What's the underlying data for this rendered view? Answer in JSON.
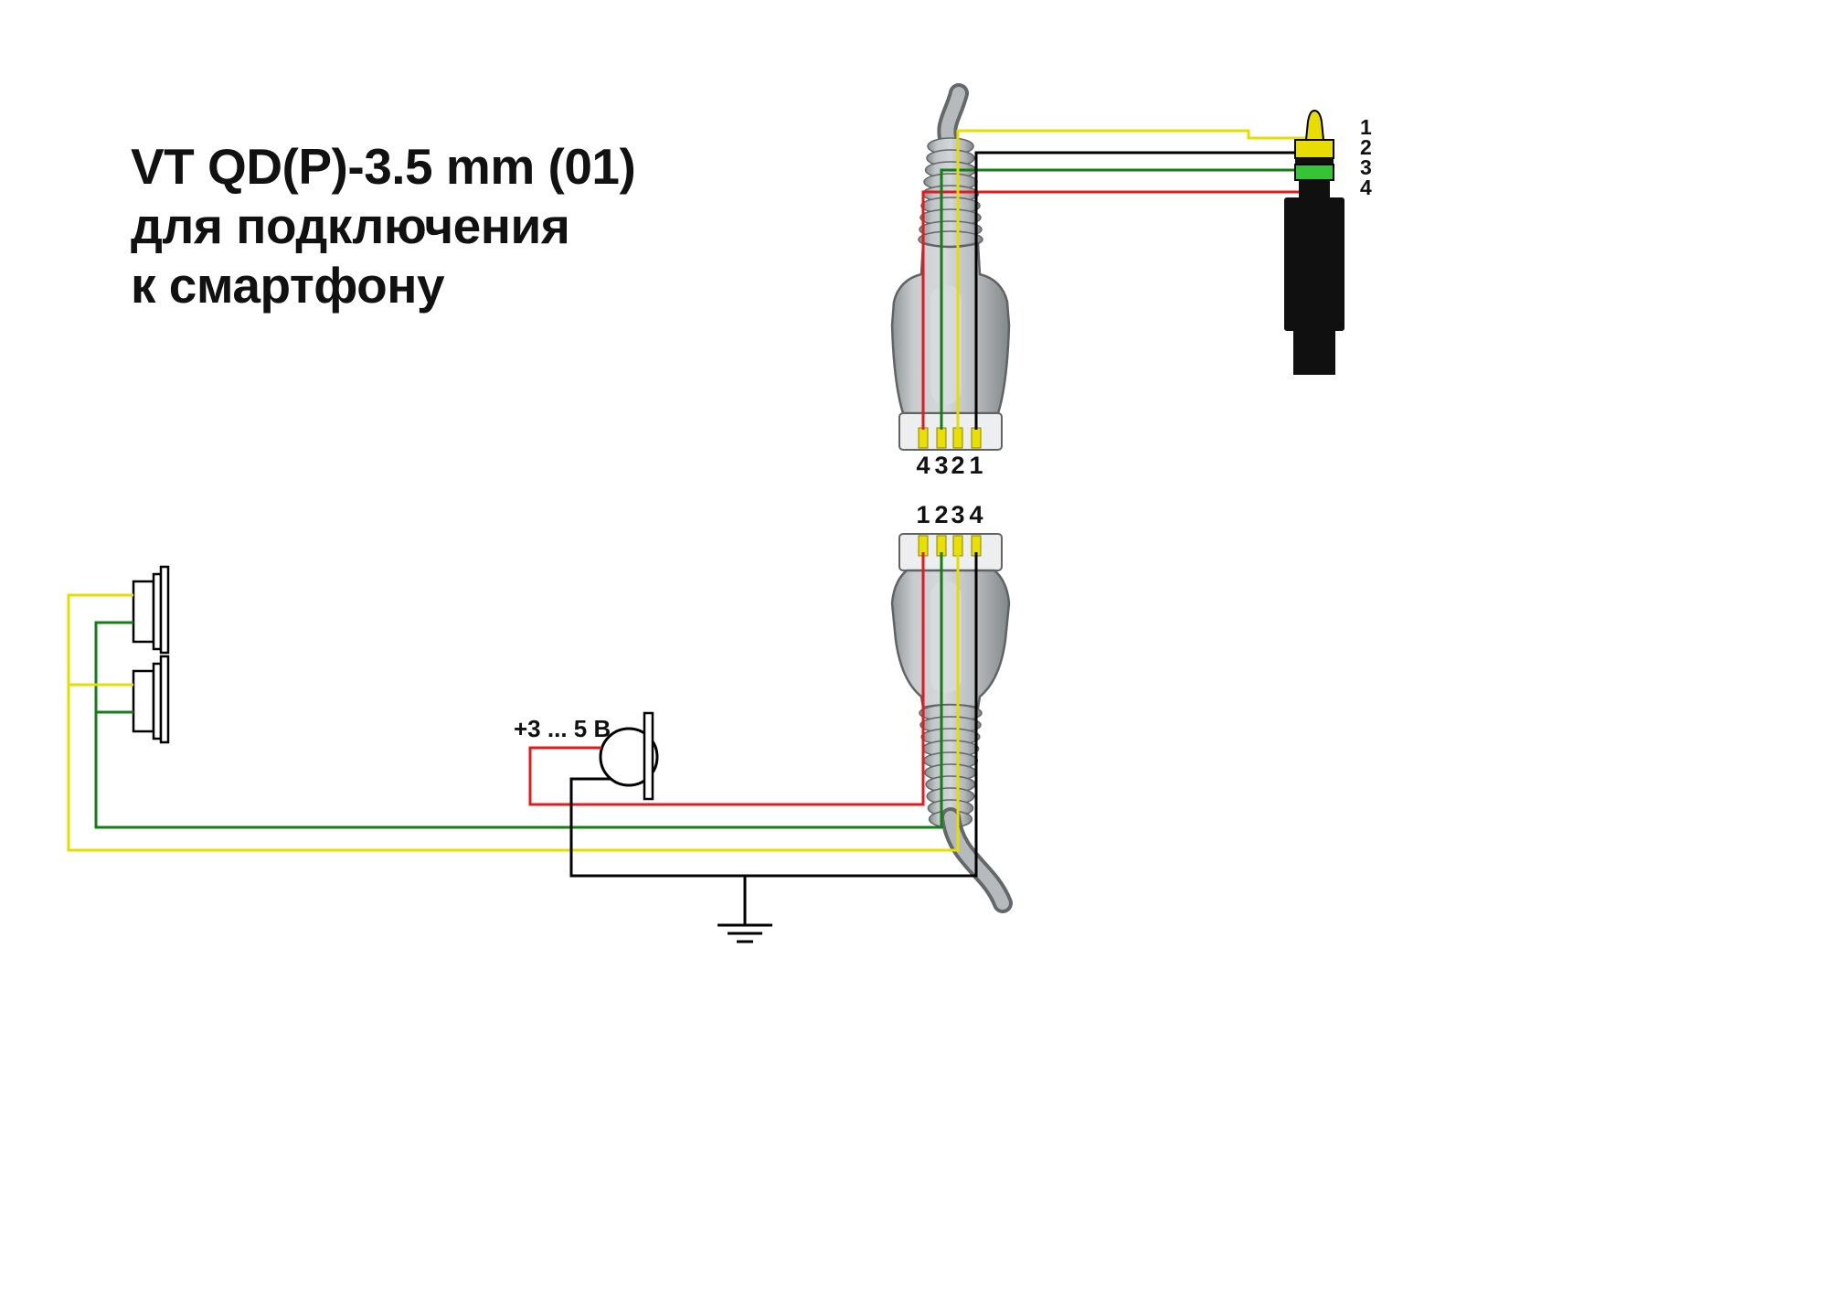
{
  "title": {
    "line1": "VT QD(P)-3.5 mm (01)",
    "line2": "для подключения",
    "line3": "к смартфону"
  },
  "mic": {
    "voltage_label": "+3 ... 5 В"
  },
  "top_connector": {
    "pin_labels": [
      "4",
      "3",
      "2",
      "1"
    ]
  },
  "bottom_connector": {
    "pin_labels": [
      "1",
      "2",
      "3",
      "4"
    ]
  },
  "jack": {
    "pin_labels": [
      "1",
      "2",
      "3",
      "4"
    ]
  },
  "colors": {
    "wire_yellow": "#e4de00",
    "wire_green": "#167d16",
    "wire_red": "#e11b1b",
    "wire_black": "#000000",
    "jack_yellow": "#e8dc00",
    "jack_green": "#35c435",
    "pin_gold": "#e9df00"
  }
}
